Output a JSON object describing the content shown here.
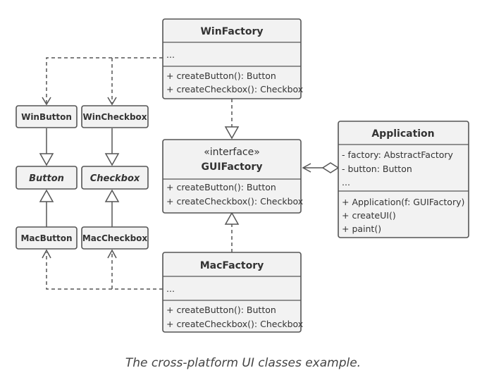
{
  "win_factory": {
    "name": "WinFactory",
    "fields": [
      "..."
    ],
    "methods": [
      "+ createButton(): Button",
      "+ createCheckbox(): Checkbox"
    ]
  },
  "gui_factory": {
    "stereotype": "«interface»",
    "name": "GUIFactory",
    "methods": [
      "+ createButton(): Button",
      "+ createCheckbox(): Checkbox"
    ]
  },
  "mac_factory": {
    "name": "MacFactory",
    "fields": [
      "..."
    ],
    "methods": [
      "+ createButton(): Button",
      "+ createCheckbox(): Checkbox"
    ]
  },
  "application": {
    "name": "Application",
    "fields": [
      "- factory: AbstractFactory",
      "- button: Button",
      "..."
    ],
    "methods": [
      "+ Application(f: GUIFactory)",
      "+ createUI()",
      "+ paint()"
    ]
  },
  "products": {
    "win_button": "WinButton",
    "win_checkbox": "WinCheckbox",
    "button": "Button",
    "checkbox": "Checkbox",
    "mac_button": "MacButton",
    "mac_checkbox": "MacCheckbox"
  },
  "caption": "The cross-platform UI classes example."
}
